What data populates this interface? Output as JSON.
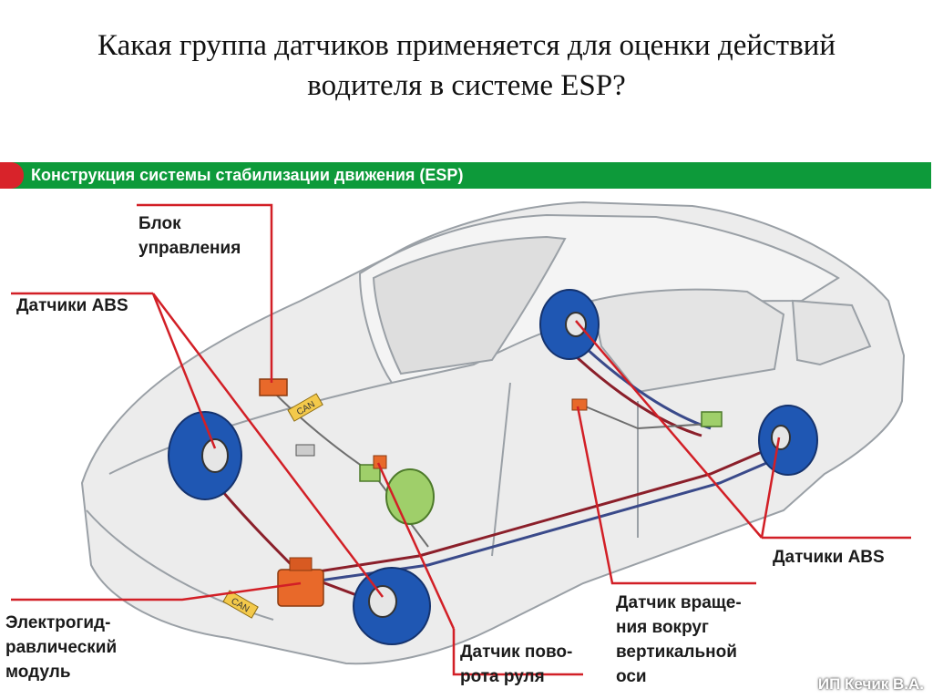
{
  "slide": {
    "title_line1": "Какая группа датчиков применяется для оценки действий",
    "title_line2": "водителя в системе ESP?"
  },
  "diagram": {
    "header": "Конструкция системы стабилизации движения (ESP)",
    "labels": {
      "control_unit": [
        "Блок",
        "управления"
      ],
      "abs_sensors_left": "Датчики ABS",
      "abs_sensors_right": "Датчики ABS",
      "hydraulic_unit": [
        "Электрогид-",
        "равлический",
        "модуль"
      ],
      "steering_angle_sensor": [
        "Датчик пово-",
        "рота руля"
      ],
      "yaw_rate_sensor": [
        "Датчик враще-",
        "ния вокруг",
        "вертикальной",
        "оси"
      ]
    },
    "bus_label": "CAN",
    "colors": {
      "banner_green": "#0d9a3a",
      "banner_red": "#d8232a",
      "leader_line": "#d21f26",
      "brake_disc": "#1f57b3",
      "orange_component": "#e8692a"
    }
  },
  "watermark": "ИП Кечик В.А."
}
